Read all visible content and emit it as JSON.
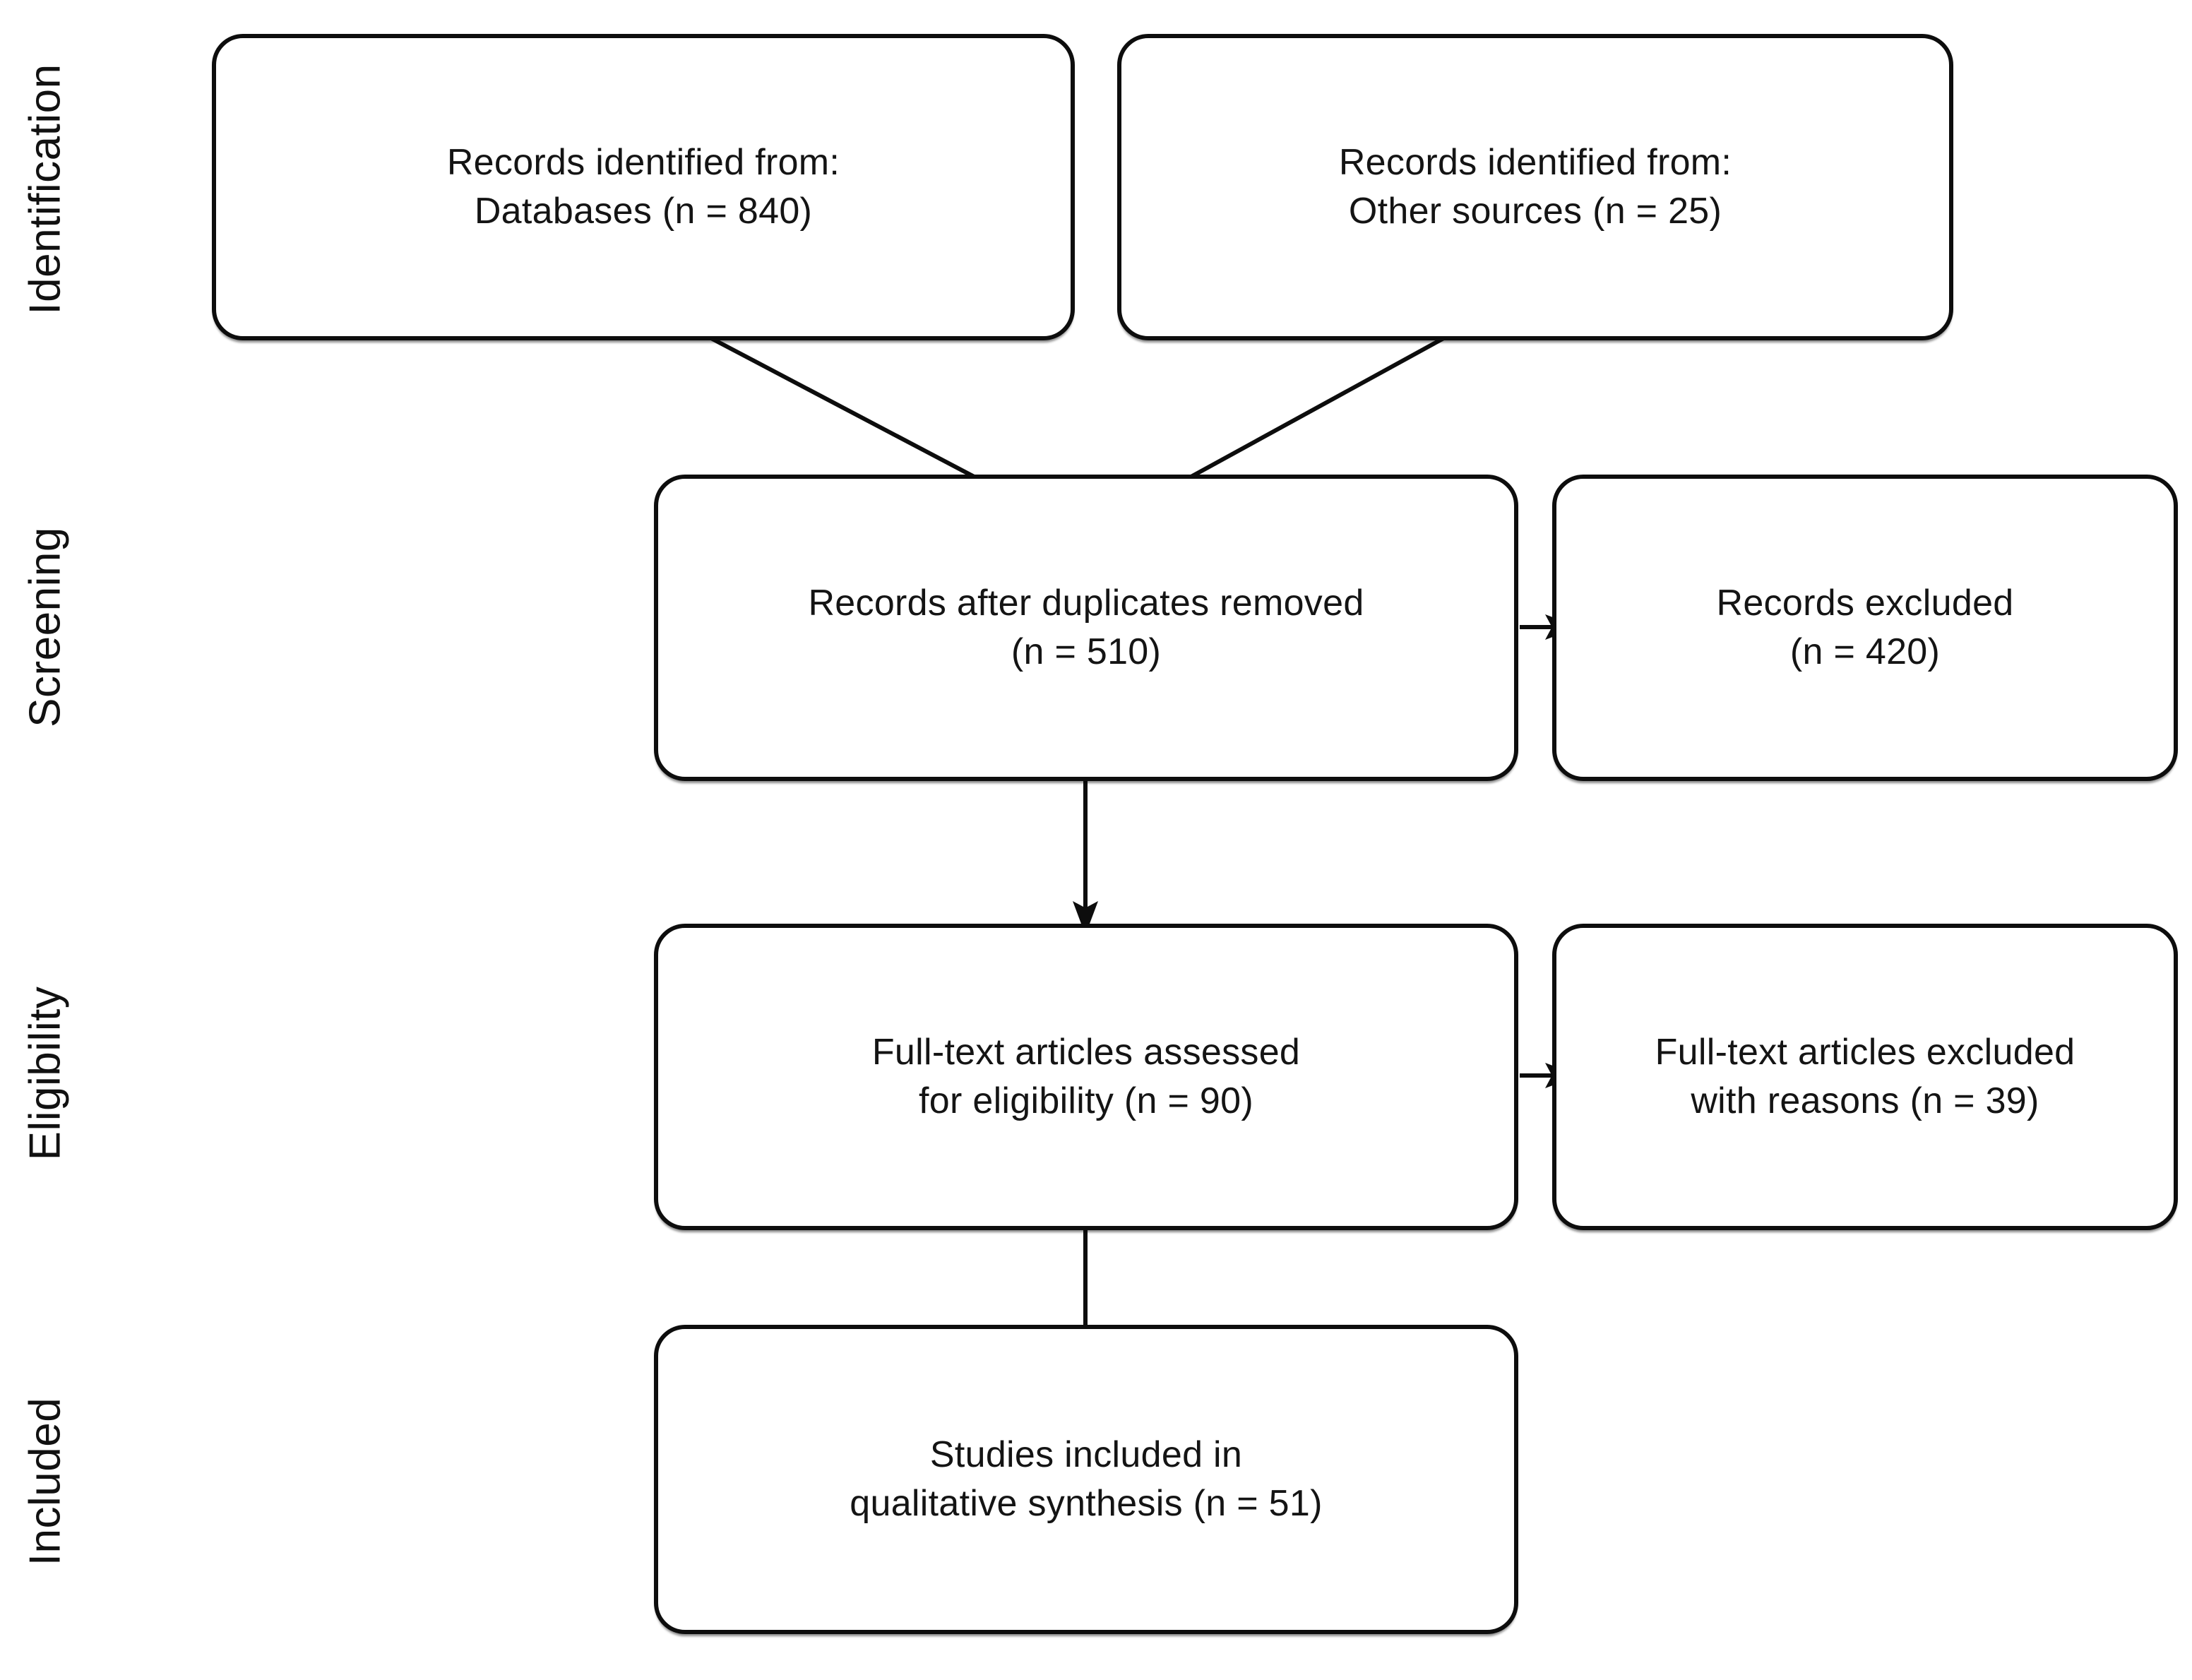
{
  "stages": {
    "identification": "Identification",
    "screening": "Screening",
    "eligibility": "Eligibility",
    "included": "Included"
  },
  "boxes": {
    "records_databases": {
      "line1": "Records identified from:",
      "line2": "Databases (n = 840)"
    },
    "records_other": {
      "line1": "Records identified from:",
      "line2": "Other sources (n = 25)"
    },
    "duplicates_removed": {
      "line1": "Records after duplicates removed",
      "line2": "(n = 510)"
    },
    "records_excluded": {
      "line1": "Records excluded",
      "line2": "(n = 420)"
    },
    "fulltext_assessed": {
      "line1": "Full-text articles assessed",
      "line2": "for eligibility (n = 90)"
    },
    "fulltext_excluded": {
      "line1": "Full-text articles excluded",
      "line2": "with reasons (n = 39)"
    },
    "studies_included": {
      "line1": "Studies included in",
      "line2": "qualitative synthesis (n = 51)"
    }
  },
  "counts": {
    "databases": 840,
    "other_sources": 25,
    "after_duplicates": 510,
    "records_excluded": 420,
    "fulltext_assessed": 90,
    "fulltext_excluded": 39,
    "included_qualitative": 51
  },
  "colors": {
    "line": "#0d0d0d",
    "text": "#141414",
    "background": "#ffffff"
  }
}
